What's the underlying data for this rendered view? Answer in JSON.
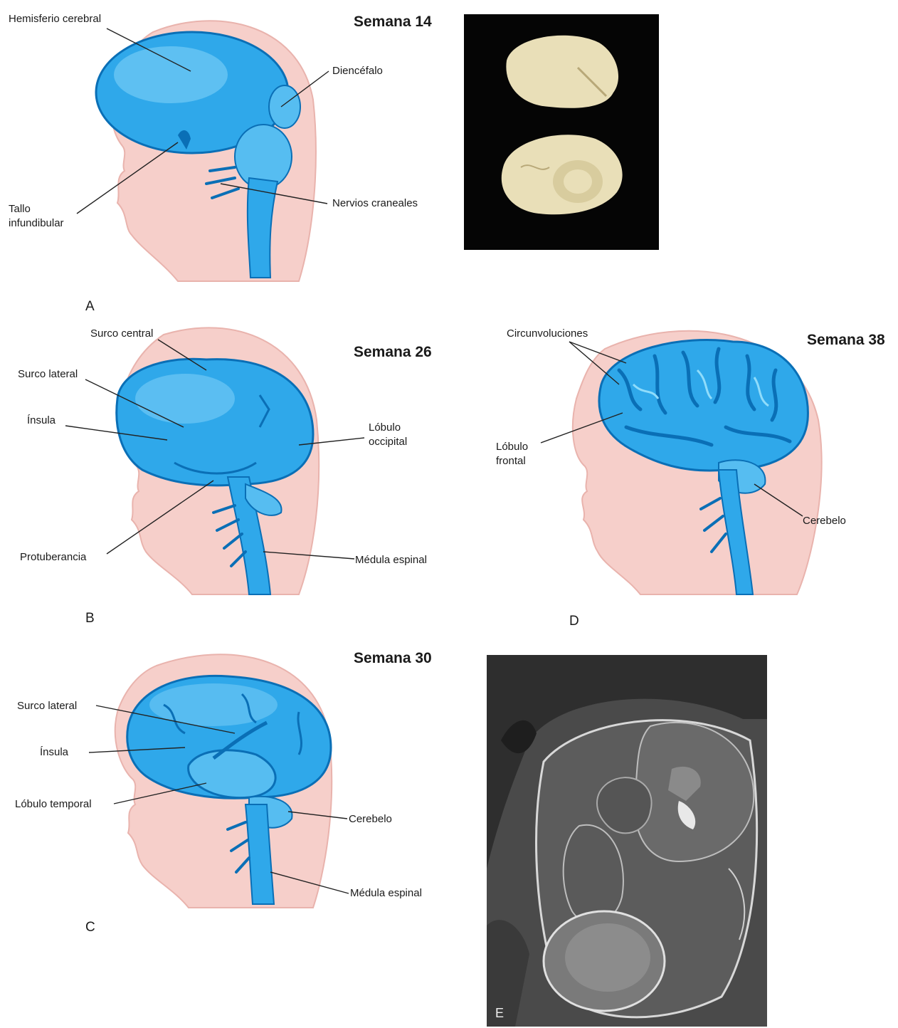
{
  "panel_a": {
    "week": "Semana 14",
    "letter": "A",
    "labels": {
      "hemisferio": "Hemisferio cerebral",
      "diencefalo": "Diencéfalo",
      "tallo": "Tallo infundibular",
      "nervios": "Nervios craneales"
    }
  },
  "panel_b": {
    "week": "Semana 26",
    "letter": "B",
    "labels": {
      "surco_central": "Surco central",
      "surco_lateral": "Surco lateral",
      "insula": "Ínsula",
      "lobulo_occipital": "Lóbulo occipital",
      "protuberancia": "Protuberancia",
      "medula": "Médula espinal"
    }
  },
  "panel_c": {
    "week": "Semana 30",
    "letter": "C",
    "labels": {
      "surco_lateral": "Surco lateral",
      "insula": "Ínsula",
      "lobulo_temporal": "Lóbulo temporal",
      "cerebelo": "Cerebelo",
      "medula": "Médula espinal"
    }
  },
  "panel_d": {
    "week": "Semana 38",
    "letter": "D",
    "labels": {
      "circunvoluciones": "Circunvoluciones",
      "lobulo_frontal": "Lóbulo frontal",
      "cerebelo": "Cerebelo"
    }
  },
  "panel_e": {
    "letter": "E"
  },
  "colors": {
    "head": "#f6cfca",
    "head_outline": "#e9b3ad",
    "brain": "#2fa8ea",
    "brain_light": "#7fd0f7",
    "brain_dark": "#0a6fb6",
    "brain_tissue": "#e9dfb8"
  }
}
